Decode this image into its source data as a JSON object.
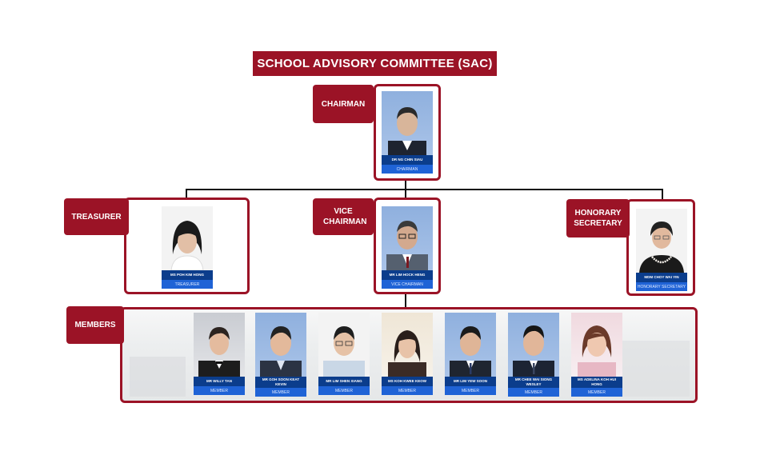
{
  "title": "SCHOOL ADVISORY COMMITTEE (SAC)",
  "tags": {
    "chairman": "CHAIRMAN",
    "treasurer": "TREASURER",
    "vice_chairman": "VICE CHAIRMAN",
    "honorary_secretary": "HONORARY SECRETARY",
    "members": "MEMBERS"
  },
  "chairman": {
    "name": "DR NG CHIN SIAU",
    "role": "CHAIRMAN"
  },
  "treasurer": {
    "name": "MS POH KIM HONG",
    "role": "TREASURER"
  },
  "vice_chairman": {
    "name": "MR LIM HOCK HENG",
    "role": "VICE CHAIRMAN"
  },
  "honorary_secretary": {
    "name": "MDM CHOY WAI YIN",
    "role": "HONORARY SECRETARY"
  },
  "members": [
    {
      "name": "MR WILLY TAN",
      "role": "MEMBER"
    },
    {
      "name": "MR GOH SOON KEAT KEVIN",
      "role": "MEMBER"
    },
    {
      "name": "MR LIM SHEN XIANG",
      "role": "MEMBER"
    },
    {
      "name": "MS KOH KWEE KEOW",
      "role": "MEMBER"
    },
    {
      "name": "MR LIM YEW SOON",
      "role": "MEMBER"
    },
    {
      "name": "MR CHEE WAI SIONG WESLEY",
      "role": "MEMBER"
    },
    {
      "name": "MS ADELINA KOH HUI HONG",
      "role": "MEMBER"
    }
  ]
}
